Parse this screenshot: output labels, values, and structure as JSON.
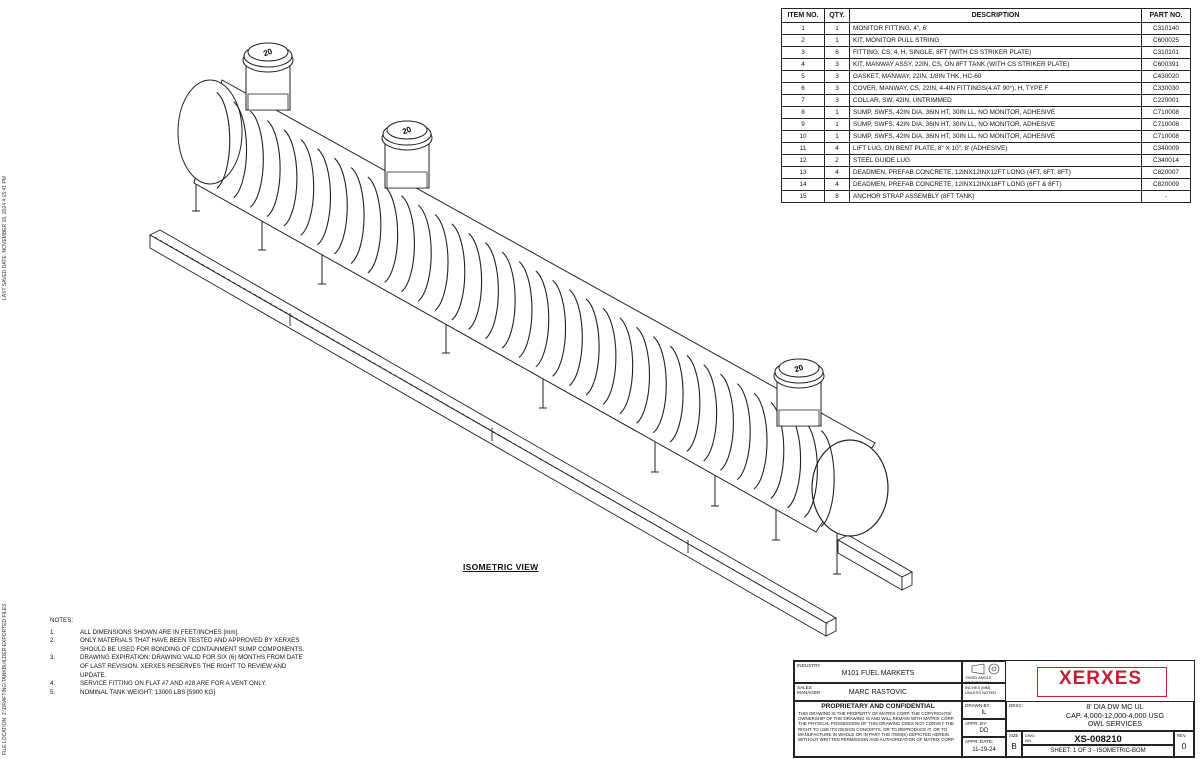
{
  "sidebar": {
    "last_saved": "LAST SAVED DATE:  NOVEMBER 19, 2024 4:15:41 PM",
    "file_location": "FILE LOCATION:   Z:\\DRAFTING\\TANKBUILDER EXPORTED FILES"
  },
  "bom": {
    "headers": {
      "item": "ITEM NO.",
      "qty": "QTY.",
      "desc": "DESCRIPTION",
      "part": "PART NO."
    },
    "rows": [
      {
        "item": "1",
        "qty": "1",
        "desc": "MONITOR FITTING, 4\", 6'",
        "part": "C310140"
      },
      {
        "item": "2",
        "qty": "1",
        "desc": "KIT, MONITOR PULL STRING",
        "part": "C600025"
      },
      {
        "item": "3",
        "qty": "6",
        "desc": "FITTING, CS, 4, H, SINGLE, 8FT (WITH CS STRIKER PLATE)",
        "part": "C310101"
      },
      {
        "item": "4",
        "qty": "3",
        "desc": "KIT, MANWAY ASSY, 22IN, CS, ON 8FT TANK (WITH CS STRIKER PLATE)",
        "part": "C600391"
      },
      {
        "item": "5",
        "qty": "3",
        "desc": "GASKET, MANWAY, 22IN, 1/8IN THK, HC-60",
        "part": "C430020"
      },
      {
        "item": "6",
        "qty": "3",
        "desc": "COVER, MANWAY, CS, 22IN, 4-4IN FITTINGS(4 AT 90°), H, TYPE F",
        "part": "C330030"
      },
      {
        "item": "7",
        "qty": "3",
        "desc": "COLLAR, SW, 42IN, UNTRIMMED",
        "part": "C220001"
      },
      {
        "item": "8",
        "qty": "1",
        "desc": "SUMP, SWFS, 42IN DIA, 36IN HT, 30IN LL, NO MONITOR, ADHESIVE",
        "part": "C710008"
      },
      {
        "item": "9",
        "qty": "1",
        "desc": "SUMP, SWFS, 42IN DIA, 36IN HT, 30IN LL, NO MONITOR, ADHESIVE",
        "part": "C710008"
      },
      {
        "item": "10",
        "qty": "1",
        "desc": "SUMP, SWFS, 42IN DIA, 36IN HT, 30IN LL, NO MONITOR, ADHESIVE",
        "part": "C710008"
      },
      {
        "item": "11",
        "qty": "4",
        "desc": "LIFT LUG, ON BENT PLATE, 8\" X 10\", 8' (ADHESIVE)",
        "part": "C340009"
      },
      {
        "item": "12",
        "qty": "2",
        "desc": "STEEL GUIDE LUG",
        "part": "C340014"
      },
      {
        "item": "13",
        "qty": "4",
        "desc": "DEADMEN, PREFAB CONCRETE, 12INX12INX12FT LONG (4FT, 6FT, 8FT)",
        "part": "C820007"
      },
      {
        "item": "14",
        "qty": "4",
        "desc": "DEADMEN, PREFAB CONCRETE, 12INX12INX18FT LONG (6FT & 8FT)",
        "part": "C820009"
      },
      {
        "item": "15",
        "qty": "8",
        "desc": "ANCHOR STRAP ASSEMBLY (8FT TANK)",
        "part": "-"
      }
    ]
  },
  "drawing": {
    "view_label": "ISOMETRIC VIEW",
    "fitting_label": "20"
  },
  "notes": {
    "title": "NOTES:",
    "items": [
      {
        "num": "1.",
        "text": "ALL DIMENSIONS SHOWN ARE IN FEET/INCHES [mm]."
      },
      {
        "num": "2.",
        "text": "ONLY MATERIALS THAT HAVE BEEN TESTED AND APPROVED BY XERXES SHOULD BE USED FOR BONDING OF CONTAINMENT SUMP COMPONENTS."
      },
      {
        "num": "3.",
        "text": "DRAWING EXPIRATION: DRAWING VALID FOR SIX (6) MONTHS FROM DATE OF LAST REVISION. XERXES RESERVES THE RIGHT TO REVIEW AND UPDATE."
      },
      {
        "num": "4.",
        "text": "SERVICE FITTING ON FLAT #7 AND #28 ARE FOR A VENT ONLY."
      },
      {
        "num": "5.",
        "text": "NOMINAL TANK WEIGHT: 13000 LBS [5900 KG]"
      }
    ]
  },
  "title_block": {
    "industry_label": "INDUSTRY",
    "industry_value": "M101 FUEL MARKETS",
    "sales_manager_label": "SALES MANAGER",
    "sales_manager_value": "MARC RASTOVIC",
    "proprietary_title": "PROPRIETARY AND CONFIDENTIAL",
    "proprietary_text": "THIS DRAWING IS THE PROPERTY OF MATRIX CORP. THE COPYRIGHTS/ OWNERSHIP OF THE DRAWING IS AND WILL REMAIN WITH MATRIX CORP. THE PHYSICAL POSSESSION OF THIS DRAWING DOES NOT CONVEY THE RIGHT TO USE ITS DESIGN CONCEPTS, OR TO REPRODUCE IT, OR TO MANUFACTURE IN WHOLE OR IN PART THE ITEM(S) DEPICTED HEREIN WITHOUT WRITTEN PERMISSION AND AUTHORIZATION OF MATRIX CORP.",
    "projection_label": "THIRD ANGLE PROJECTION",
    "units_label": "INCHES [MM] UNLESS NOTED",
    "drawn_by_label": "DRAWN BY:",
    "drawn_by_value": "IL",
    "appr_by_label": "APPR. BY:",
    "appr_by_value": "DD",
    "appr_date_label": "APPR. DATE:",
    "appr_date_value": "11-19-24",
    "desc_label": "DESC:",
    "desc_lines": [
      "8' DIA DW MC UL",
      "CAP. 4,000-12,000-4,000 USG",
      "OWL SERVICES"
    ],
    "size_label": "SIZE",
    "size_value": "B",
    "dwg_no_label": "DWG NO.",
    "dwg_no_value": "XS-008210",
    "rev_label": "REV.",
    "rev_value": "0",
    "sheet_value": "SHEET: 1 OF 3 - ISOMETRIC-BOM",
    "logo_text": "XERXES",
    "brand_color": "#c21f32"
  }
}
